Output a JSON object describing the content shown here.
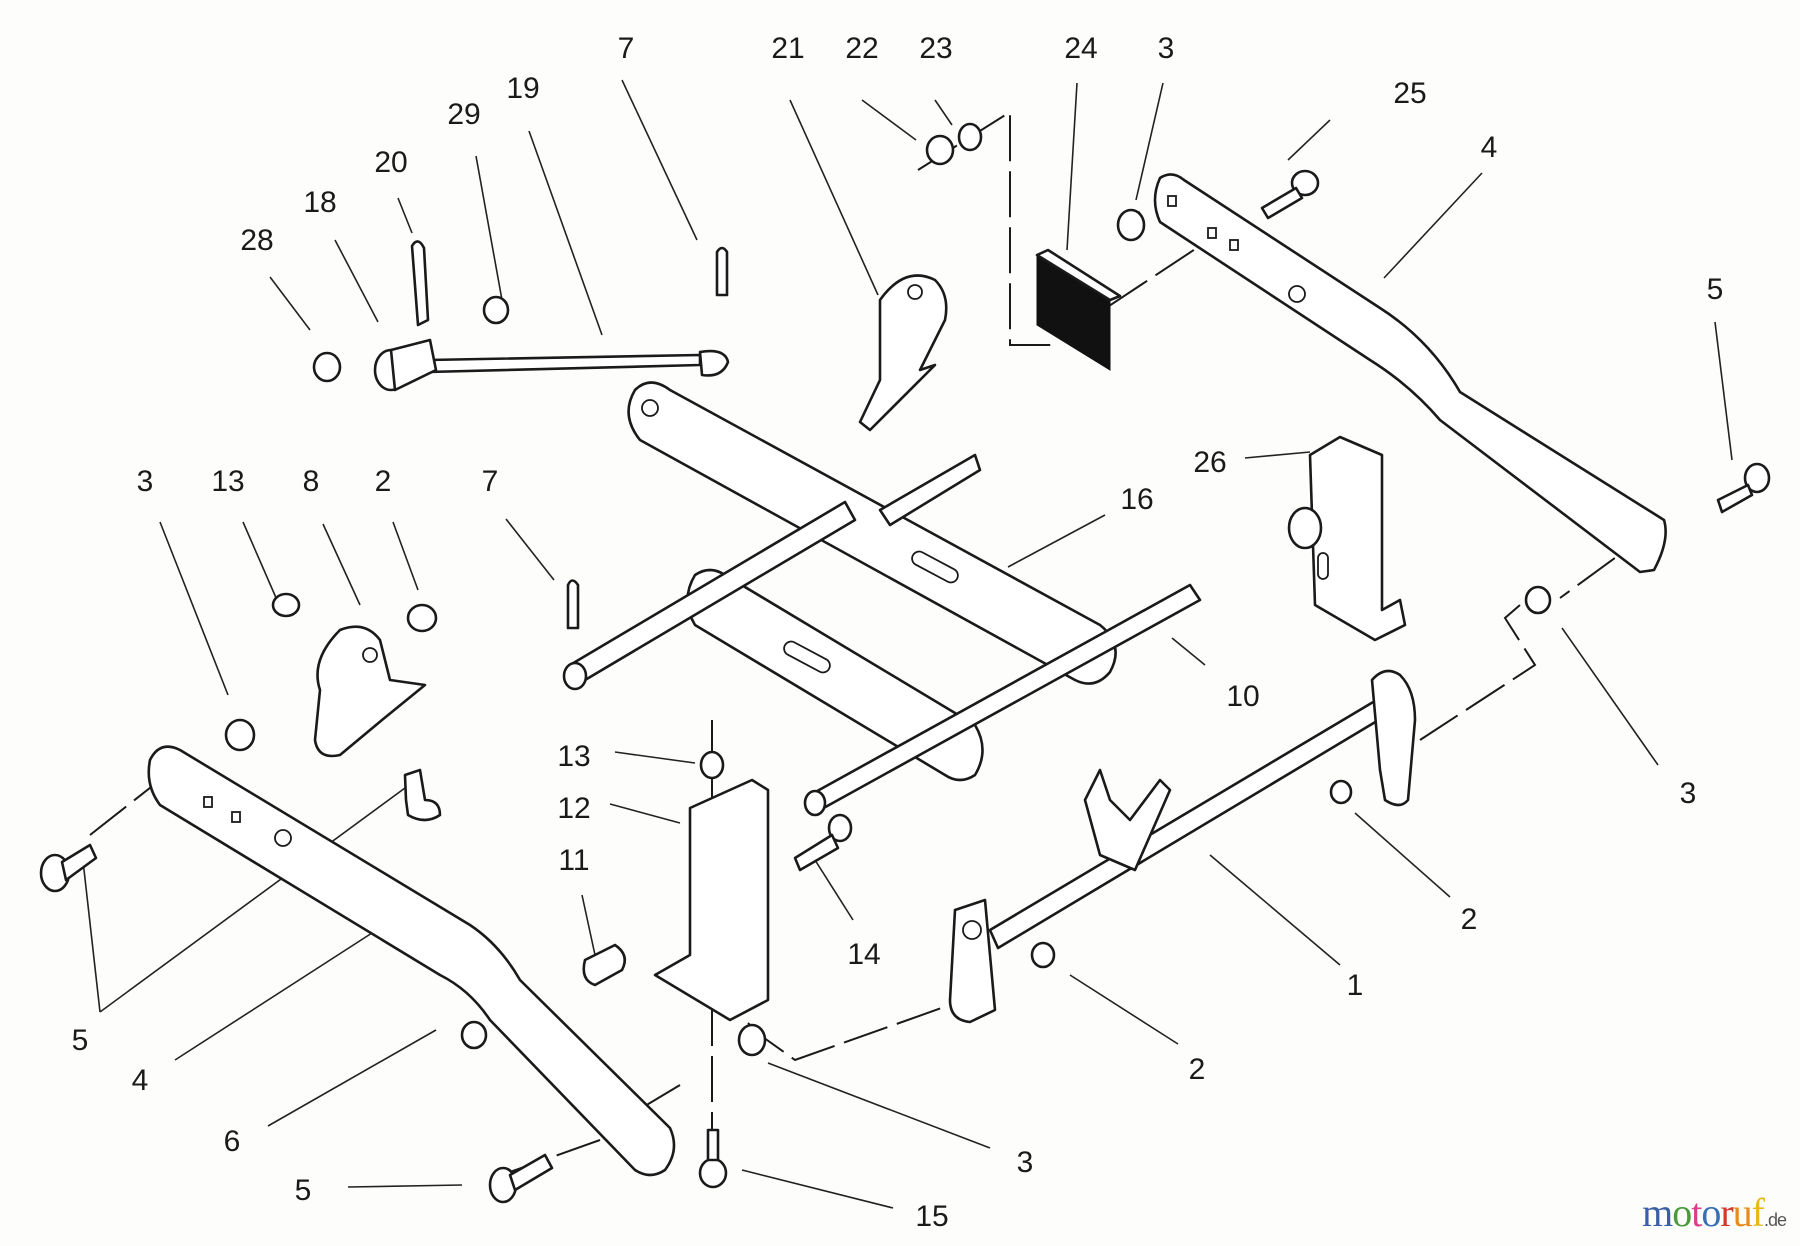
{
  "diagram": {
    "type": "exploded-parts-view",
    "callouts": [
      {
        "id": "c7a",
        "text": "7"
      },
      {
        "id": "c21",
        "text": "21"
      },
      {
        "id": "c22",
        "text": "22"
      },
      {
        "id": "c23",
        "text": "23"
      },
      {
        "id": "c24",
        "text": "24"
      },
      {
        "id": "c3a",
        "text": "3"
      },
      {
        "id": "c19",
        "text": "19"
      },
      {
        "id": "c29",
        "text": "29"
      },
      {
        "id": "c20",
        "text": "20"
      },
      {
        "id": "c18",
        "text": "18"
      },
      {
        "id": "c28",
        "text": "28"
      },
      {
        "id": "c25",
        "text": "25"
      },
      {
        "id": "c4a",
        "text": "4"
      },
      {
        "id": "c5a",
        "text": "5"
      },
      {
        "id": "c26",
        "text": "26"
      },
      {
        "id": "c16",
        "text": "16"
      },
      {
        "id": "c3b",
        "text": "3"
      },
      {
        "id": "c13a",
        "text": "13"
      },
      {
        "id": "c8",
        "text": "8"
      },
      {
        "id": "c2a",
        "text": "2"
      },
      {
        "id": "c7b",
        "text": "7"
      },
      {
        "id": "c10",
        "text": "10"
      },
      {
        "id": "c3c",
        "text": "3"
      },
      {
        "id": "c13b",
        "text": "13"
      },
      {
        "id": "c12",
        "text": "12"
      },
      {
        "id": "c11",
        "text": "11"
      },
      {
        "id": "c14",
        "text": "14"
      },
      {
        "id": "c2b",
        "text": "2"
      },
      {
        "id": "c1",
        "text": "1"
      },
      {
        "id": "c2c",
        "text": "2"
      },
      {
        "id": "c5b",
        "text": "5"
      },
      {
        "id": "c4b",
        "text": "4"
      },
      {
        "id": "c6",
        "text": "6"
      },
      {
        "id": "c5c",
        "text": "5"
      },
      {
        "id": "c3d",
        "text": "3"
      },
      {
        "id": "c15",
        "text": "15"
      }
    ]
  },
  "watermark": {
    "letters": [
      {
        "ch": "m",
        "color": "#3b5ea8"
      },
      {
        "ch": "o",
        "color": "#4a9a3c"
      },
      {
        "ch": "t",
        "color": "#d9408a"
      },
      {
        "ch": "o",
        "color": "#3a6fb6"
      },
      {
        "ch": "r",
        "color": "#d23a2a"
      },
      {
        "ch": "u",
        "color": "#e98a1e"
      },
      {
        "ch": "f",
        "color": "#e8b81a"
      }
    ],
    "suffix": ".de"
  }
}
